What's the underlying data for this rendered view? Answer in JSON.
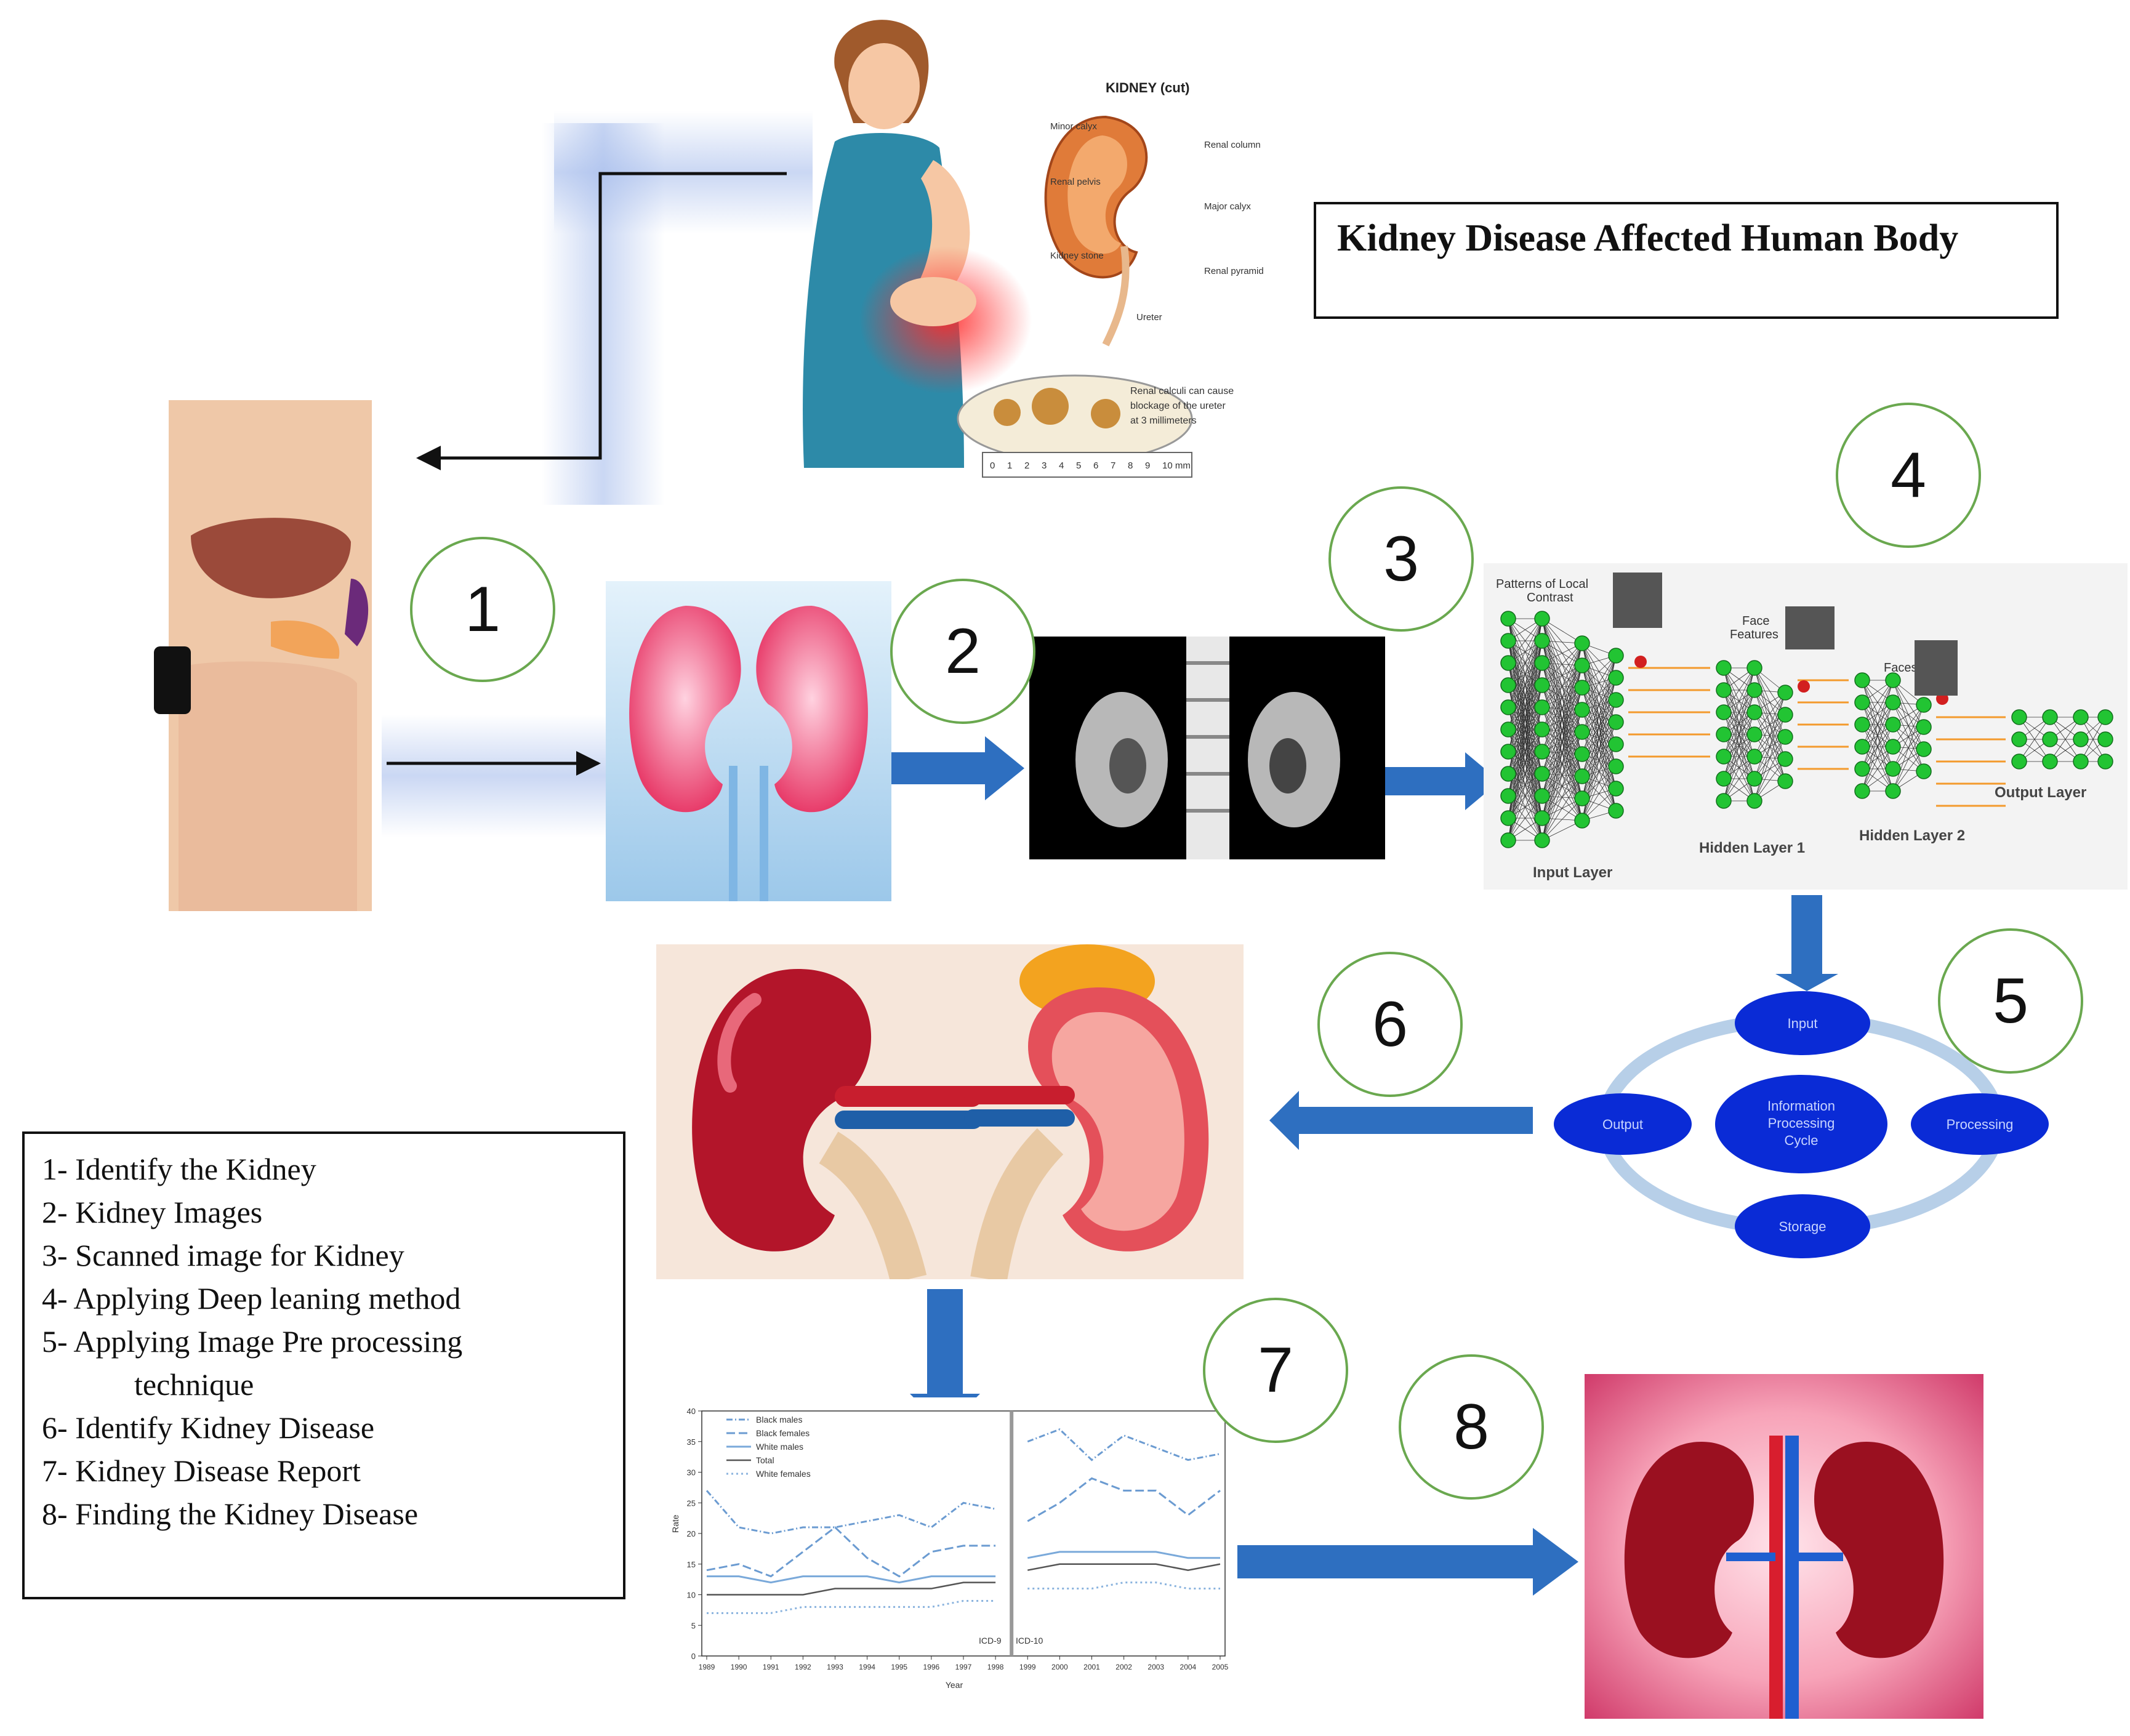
{
  "title": "Kidney Disease Affected Human Body",
  "steps": [
    {
      "number": "1",
      "label": "Identify the Kidney"
    },
    {
      "number": "2",
      "label": "Kidney Images"
    },
    {
      "number": "3",
      "label": "Scanned image for Kidney"
    },
    {
      "number": "4",
      "label": "Applying Deep leaning method"
    },
    {
      "number": "5",
      "label": "Applying Image Pre processing",
      "label_cont": "technique"
    },
    {
      "number": "6",
      "label": "Identify Kidney Disease"
    },
    {
      "number": "7",
      "label": "Kidney Disease Report"
    },
    {
      "number": "8",
      "label": "Finding the Kidney Disease"
    }
  ],
  "legend_prefixes": [
    "1-",
    "2-",
    "3-",
    "4-",
    "5-",
    "6-",
    "7-",
    "8-"
  ],
  "illustration": {
    "heading": "KIDNEY (cut)",
    "labels": [
      "Minor calyx",
      "Renal column",
      "Renal pelvis",
      "Major calyx",
      "Kidney stone",
      "Renal pyramid",
      "Ureter"
    ],
    "calculi_note": [
      "Renal calculi can cause",
      "blockage of the ureter",
      "at 3 millimeters"
    ],
    "ruler_digits": [
      "0",
      "1",
      "2",
      "3",
      "4",
      "5",
      "6",
      "7",
      "8",
      "9",
      "10 mm"
    ]
  },
  "neural_network": {
    "captions": [
      "Patterns of Local",
      "Contrast",
      "Face",
      "Features",
      "Faces"
    ],
    "layers": [
      "Input Layer",
      "Hidden Layer 1",
      "Hidden Layer 2",
      "Output Layer"
    ]
  },
  "processing_cycle": {
    "center": [
      "Information",
      "Processing",
      "Cycle"
    ],
    "nodes": [
      "Input",
      "Processing",
      "Storage",
      "Output"
    ]
  },
  "report_chart": {
    "legend": [
      "Black males",
      "Black females",
      "White males",
      "Total",
      "White females"
    ],
    "y_axis_label": "Rate",
    "x_axis_label": "Year",
    "y_ticks": [
      "0",
      "5",
      "10",
      "15",
      "20",
      "25",
      "30",
      "35",
      "40"
    ],
    "x_ticks": [
      "1989",
      "1990",
      "1991",
      "1992",
      "1993",
      "1994",
      "1995",
      "1996",
      "1997",
      "1998",
      "1999",
      "2000",
      "2001",
      "2002",
      "2003",
      "2004",
      "2005"
    ],
    "segment_labels": [
      "ICD-9",
      "ICD-10"
    ]
  },
  "chart_data": {
    "type": "line",
    "x": [
      1989,
      1990,
      1991,
      1992,
      1993,
      1994,
      1995,
      1996,
      1997,
      1998,
      1999,
      2000,
      2001,
      2002,
      2003,
      2004,
      2005
    ],
    "ylim": [
      0,
      40
    ],
    "xlabel": "Year",
    "ylabel": "Rate",
    "grid": false,
    "legend_position": "top-left",
    "series": [
      {
        "name": "Black males",
        "values": [
          27,
          21,
          20,
          21,
          21,
          22,
          23,
          21,
          25,
          24,
          35,
          37,
          32,
          36,
          34,
          32,
          33
        ]
      },
      {
        "name": "Black females",
        "values": [
          14,
          15,
          13,
          17,
          21,
          16,
          13,
          17,
          18,
          18,
          22,
          25,
          29,
          27,
          27,
          23,
          27
        ]
      },
      {
        "name": "White males",
        "values": [
          13,
          13,
          12,
          13,
          13,
          13,
          12,
          13,
          13,
          13,
          16,
          17,
          17,
          17,
          17,
          16,
          16
        ]
      },
      {
        "name": "Total",
        "values": [
          10,
          10,
          10,
          10,
          11,
          11,
          11,
          11,
          12,
          12,
          14,
          15,
          15,
          15,
          15,
          14,
          15
        ]
      },
      {
        "name": "White females",
        "values": [
          7,
          7,
          7,
          8,
          8,
          8,
          8,
          8,
          9,
          9,
          11,
          11,
          11,
          12,
          12,
          11,
          11
        ]
      }
    ]
  }
}
